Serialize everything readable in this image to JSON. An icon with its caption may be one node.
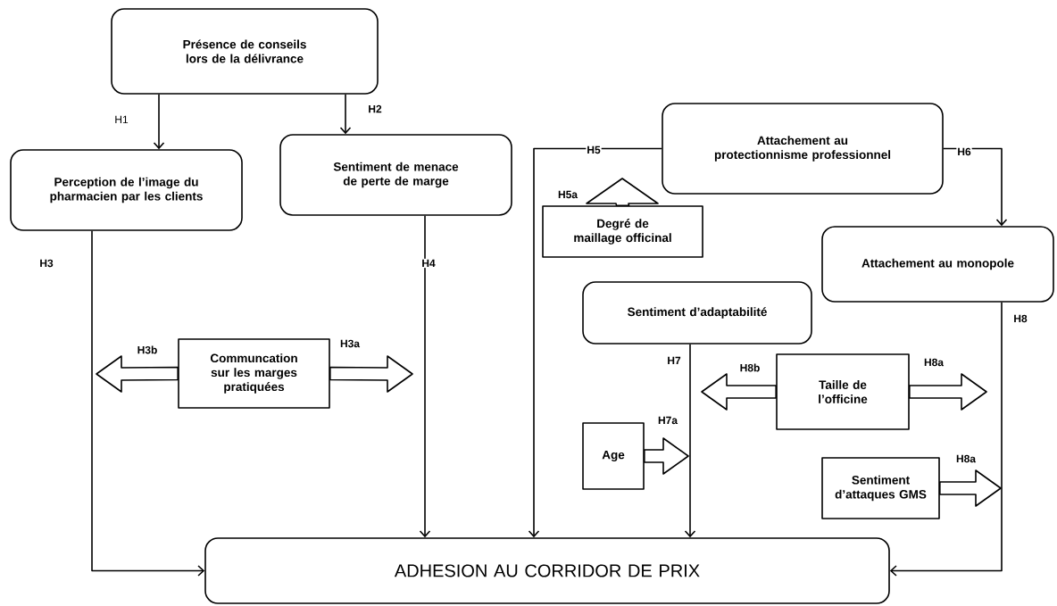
{
  "diagram": {
    "nodes": [
      {
        "text": [
          "Présence de conseils lors de la délivrance"
        ]
      },
      {
        "text": [
          "Perception de l’image du pharmacien par les clients"
        ]
      },
      {
        "text": [
          "Sentiment de menace de perte de marge"
        ]
      },
      {
        "text": [
          "Attachement au protectionnisme professionnel"
        ]
      },
      {
        "text": [
          "Degré de maillage officinal"
        ]
      },
      {
        "text": [
          "Attachement au monopole"
        ]
      },
      {
        "text": [
          "Communcation sur les marges pratiquées"
        ]
      },
      {
        "text": [
          "Sentiment d’adaptabilité"
        ]
      },
      {
        "text": [
          "Taille de l’officine"
        ]
      },
      {
        "text": [
          "Age"
        ]
      },
      {
        "text": [
          "Sentiment d’attaques GMS"
        ]
      },
      {
        "text": [
          "ADHESION AU CORRIDOR DE PRIX"
        ]
      }
    ],
    "edges": [
      {
        "from": 0,
        "to": 1,
        "arrow": "to",
        "label": "H1"
      },
      {
        "from": 0,
        "to": 2,
        "arrow": "to",
        "label": "H2"
      },
      {
        "from": 1,
        "to": 11,
        "arrow": "to",
        "label": "H3"
      },
      {
        "from": 2,
        "to": 11,
        "arrow": "to",
        "label": "H4"
      },
      {
        "from": 3,
        "to": 11,
        "arrow": "to",
        "label": "H5"
      },
      {
        "from": 3,
        "to": 5,
        "arrow": "to",
        "label": "H6"
      },
      {
        "from": 7,
        "to": 11,
        "arrow": "to",
        "label": "H7"
      },
      {
        "from": 5,
        "to": 11,
        "arrow": "to",
        "label": "H8"
      },
      {
        "from": 4,
        "to": null,
        "arrow": "to",
        "label": "H5a"
      },
      {
        "from": 6,
        "to": null,
        "arrow": "to",
        "label": "H3b"
      },
      {
        "from": 6,
        "to": null,
        "arrow": "to",
        "label": "H3a"
      },
      {
        "from": 8,
        "to": null,
        "arrow": "to",
        "label": "H8b"
      },
      {
        "from": 8,
        "to": null,
        "arrow": "to",
        "label": "H8a"
      },
      {
        "from": 9,
        "to": null,
        "arrow": "to",
        "label": "H7a"
      },
      {
        "from": 10,
        "to": null,
        "arrow": "to",
        "label": "H8a"
      }
    ]
  }
}
